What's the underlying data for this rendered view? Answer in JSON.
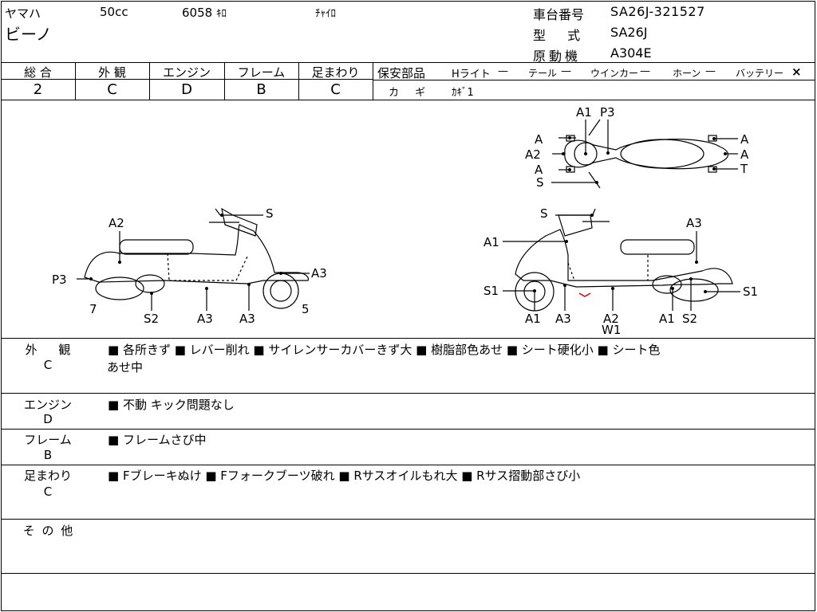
{
  "header": {
    "maker": "ヤマハ",
    "displacement": "50cc",
    "mileage": "6058",
    "mileage_unit": "ｷﾛ",
    "color": "ﾁｬｲﾛ",
    "model_name": "ビーノ",
    "frame_no_label": "車台番号",
    "frame_no_value": "SA26J-321527",
    "type_label": "型 式",
    "type_value": "SA26J",
    "engine_label": "原動機",
    "engine_value": "A304E"
  },
  "grades": {
    "items": [
      {
        "label": "総 合",
        "value": "2"
      },
      {
        "label": "外 観",
        "value": "C"
      },
      {
        "label": "エンジン",
        "value": "D"
      },
      {
        "label": "フレーム",
        "value": "B"
      },
      {
        "label": "足まわり",
        "value": "C"
      }
    ]
  },
  "safety": {
    "title": "保安部品",
    "headlight_label": "Hライト",
    "headlight_value": "—",
    "tail_label": "テール",
    "tail_value": "—",
    "winker_label": "ウインカー",
    "winker_value": "—",
    "horn_label": "ホーン",
    "horn_value": "—",
    "battery_label": "バッテリー",
    "battery_value": "×",
    "key_label": "カ ギ",
    "key_value": "ｶｷﾞ1"
  },
  "diagram": {
    "top_view": {
      "labels": [
        "A1",
        "P3",
        "A",
        "A2",
        "A",
        "S",
        "A",
        "A",
        "T"
      ]
    },
    "left_view": {
      "labels": [
        "S",
        "A2",
        "P3",
        "7",
        "S2",
        "A3",
        "A3",
        "A3",
        "5"
      ]
    },
    "right_view": {
      "labels": [
        "S",
        "A1",
        "A3",
        "S1",
        "A1",
        "A3",
        "A2",
        "W1",
        "A1",
        "S2",
        "S1"
      ]
    }
  },
  "details": {
    "exterior": {
      "label": "外 観",
      "grade": "C",
      "text_line1": "■ 各所きず ■ レバー削れ ■ サイレンサーカバーきず大 ■ 樹脂部色あせ ■ シート硬化小 ■ シート色",
      "text_line2": "あせ中"
    },
    "engine": {
      "label": "エンジン",
      "grade": "D",
      "text": "■ 不動 キック問題なし"
    },
    "frame": {
      "label": "フレーム",
      "grade": "B",
      "text": "■ フレームさび中"
    },
    "suspension": {
      "label": "足まわり",
      "grade": "C",
      "text": "■ Fブレーキぬけ ■ Fフォークブーツ破れ ■ Rサスオイルもれ大 ■ Rサス摺動部さび小"
    },
    "other": {
      "label": "そ の 他",
      "text": ""
    }
  }
}
